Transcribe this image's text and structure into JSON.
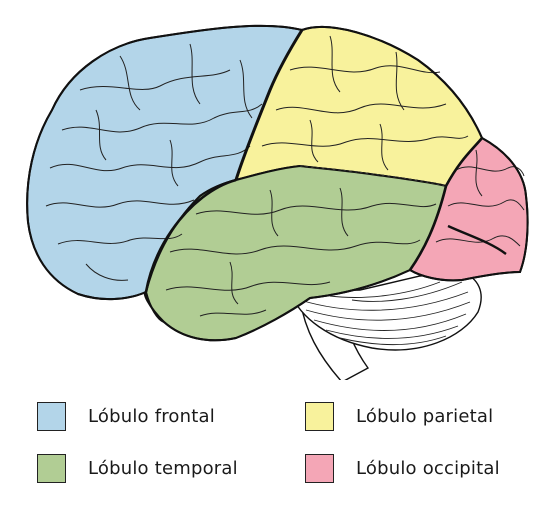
{
  "lobes": [
    {
      "id": "frontal",
      "label": "Lóbulo frontal",
      "color": "#b3d5e9"
    },
    {
      "id": "parietal",
      "label": "Lóbulo parietal",
      "color": "#f8f29c"
    },
    {
      "id": "temporal",
      "label": "Lóbulo temporal",
      "color": "#b1cd94"
    },
    {
      "id": "occipital",
      "label": "Lóbulo occipital",
      "color": "#f4a6b6"
    }
  ],
  "other_regions": {
    "cerebellum_color": "#ffffff",
    "brainstem_color": "#ffffff",
    "outline_color": "#111111"
  }
}
